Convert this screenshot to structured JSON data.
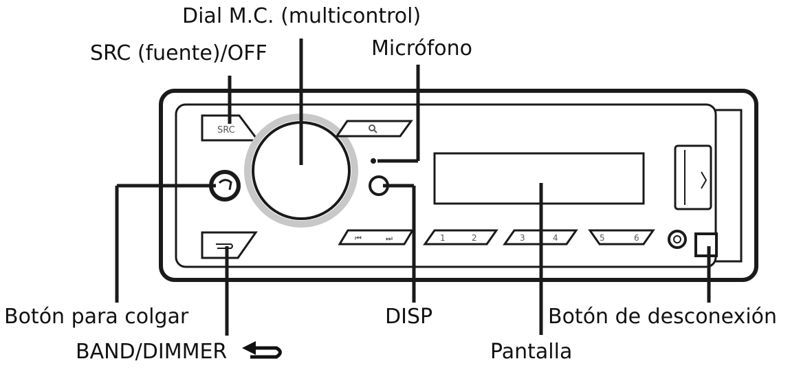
{
  "labels": {
    "dial": "Dial M.C. (multicontrol)",
    "src": "SRC (fuente)/OFF",
    "mic": "Micrófono",
    "hangup": "Botón para colgar",
    "band": "BAND/DIMMER",
    "disp": "DISP",
    "display": "Pantalla",
    "release": "Botón de desconexión"
  },
  "device": {
    "src_button": "SRC",
    "preset_pairs": [
      [
        "1",
        "2"
      ],
      [
        "3",
        "4"
      ],
      [
        "5",
        "6"
      ]
    ],
    "track_prev": "⏮",
    "track_next": "⏭",
    "search_icon": "search-icon",
    "back_icon": "back-arrow-icon"
  },
  "colors": {
    "outline": "#1a1a1a",
    "face": "#ffffff",
    "bezel": "#dcdcdc",
    "glow": "#c8c8c8"
  }
}
